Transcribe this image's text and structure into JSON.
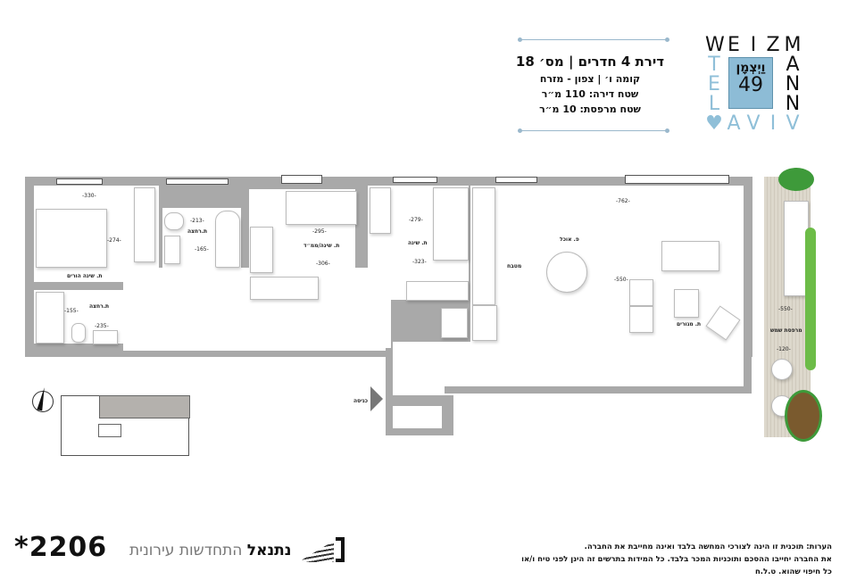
{
  "info": {
    "title": "דירת 4 חדרים | מס׳ 18",
    "floor_direction": "קומה ו׳ | צפון - מזרח",
    "apartment_area": "שטח דירה: 110 מ״ר",
    "balcony_area": "שטח מרפסת: 10 מ״ר"
  },
  "logo": {
    "top_word": [
      "W",
      "E",
      "I",
      "Z",
      "M"
    ],
    "right_word": [
      "A",
      "N",
      "N"
    ],
    "left_word": [
      "T",
      "E",
      "L"
    ],
    "bottom_word": [
      "A",
      "V",
      "I",
      "V"
    ],
    "hebrew_name": "וַיְצְמָן",
    "number": "49",
    "heart_icon": "heart-icon",
    "colors": {
      "dark": "#111111",
      "light": "#8fbfd8",
      "box": "#8dbcd6"
    }
  },
  "plan": {
    "rooms": [
      {
        "id": "master-bedroom",
        "label": "ת. שינה הורים",
        "dims": [
          "-330-",
          "-274-"
        ]
      },
      {
        "id": "master-bathroom",
        "label": "ת.רחצה",
        "dims": [
          "-155-",
          "-235-"
        ]
      },
      {
        "id": "bathroom",
        "label": "ת.רחצה",
        "dims": [
          "-213-",
          "-165-"
        ]
      },
      {
        "id": "safe-room",
        "label": "ת. שינה/ממ״ד",
        "dims": [
          "-295-",
          "-306-"
        ]
      },
      {
        "id": "bedroom",
        "label": "ת. שינה",
        "dims": [
          "-279-",
          "-323-"
        ]
      },
      {
        "id": "kitchen",
        "label": "מטבח"
      },
      {
        "id": "dining",
        "label": "פ. אוכל",
        "dims": [
          "-762-"
        ]
      },
      {
        "id": "living",
        "label": "ת. מגורים",
        "dims": [
          "-550-"
        ]
      },
      {
        "id": "sun-balcony",
        "label": "מרפסת שמש",
        "dims": [
          "-550-",
          "-120-"
        ]
      },
      {
        "id": "entrance",
        "label": "כניסה"
      }
    ],
    "north_icon": "compass-north-icon"
  },
  "footer": {
    "plan_code": "*2206",
    "developer_bold": "נתנאל",
    "developer_rest": " התחדשות עירונית",
    "notes_line1": "הערות: תוכנית זו הינה לצורכי המחשה בלבד ואינה מחייבת את החברה.",
    "notes_line2": "את החברה יחייבו ההסכם ותוכניות המכר בלבד. כל המידות בתרשים זה הינן לפני טיח ו/או כל חיפוי שהוא. ט.ל.ח"
  }
}
